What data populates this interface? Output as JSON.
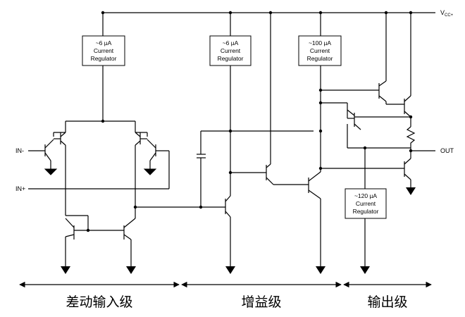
{
  "supply_label_main": "V",
  "supply_label_sub": "CC+",
  "output_label": "OUT",
  "inputs": {
    "inverting": "IN-",
    "noninverting": "IN+"
  },
  "regulators": [
    {
      "value": "~6 µA",
      "line2": "Current",
      "line3": "Regulator"
    },
    {
      "value": "~6 µA",
      "line2": "Current",
      "line3": "Regulator"
    },
    {
      "value": "~100 µA",
      "line2": "Current",
      "line3": "Regulator"
    },
    {
      "value": "~120 µA",
      "line2": "Current",
      "line3": "Regulator"
    }
  ],
  "stages": [
    {
      "label": "差动输入级"
    },
    {
      "label": "增益级"
    },
    {
      "label": "输出级"
    }
  ]
}
